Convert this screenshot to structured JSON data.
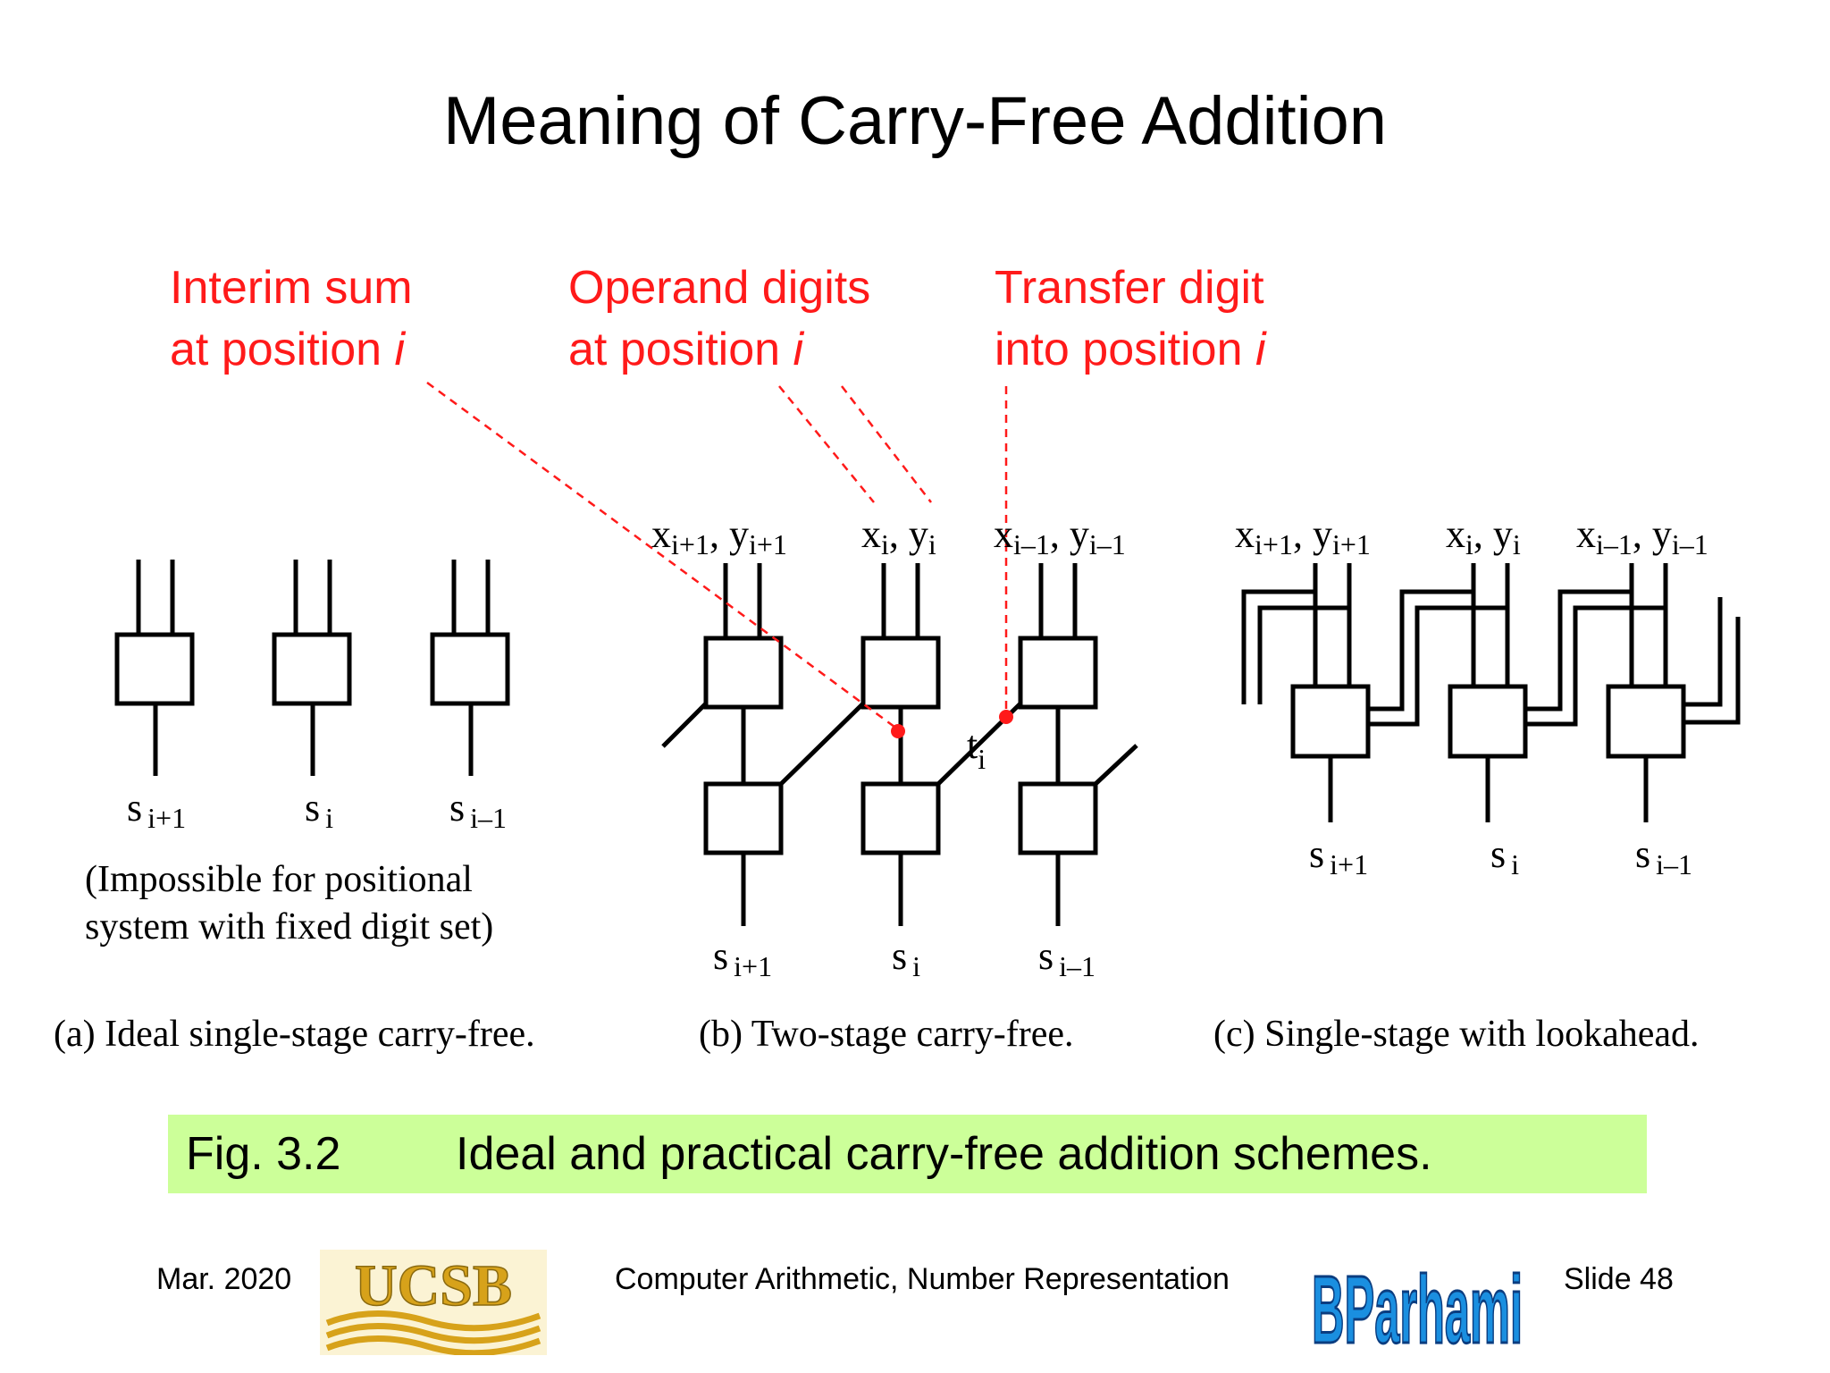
{
  "title": "Meaning of Carry-Free Addition",
  "callouts": {
    "interim_sum": {
      "line1": "Interim sum",
      "line2_prefix": "at position ",
      "line2_var": "i"
    },
    "operand_digits": {
      "line1": "Operand digits",
      "line2_prefix": "at position ",
      "line2_var": "i"
    },
    "transfer_digit": {
      "line1": "Transfer digit",
      "line2_prefix": "into position ",
      "line2_var": "i"
    }
  },
  "panel_a": {
    "outputs": [
      {
        "base": "s",
        "sub": "i+1"
      },
      {
        "base": "s",
        "sub": "i"
      },
      {
        "base": "s",
        "sub": "i–1"
      }
    ],
    "note_line1": "(Impossible for positional",
    "note_line2": "system with fixed digit set)",
    "caption": "(a) Ideal single-stage carry-free."
  },
  "panel_b": {
    "inputs": [
      {
        "x": "x",
        "xsub": "i+1",
        "y": "y",
        "ysub": "i+1"
      },
      {
        "x": "x",
        "xsub": "i",
        "y": "y",
        "ysub": "i"
      },
      {
        "x": "x",
        "xsub": "i–1",
        "y": "y",
        "ysub": "i–1"
      }
    ],
    "transfer_label": {
      "base": "t",
      "sub": "i"
    },
    "outputs": [
      {
        "base": "s",
        "sub": "i+1"
      },
      {
        "base": "s",
        "sub": "i"
      },
      {
        "base": "s",
        "sub": "i–1"
      }
    ],
    "caption": "(b) Two-stage carry-free."
  },
  "panel_c": {
    "inputs": [
      {
        "x": "x",
        "xsub": "i+1",
        "y": "y",
        "ysub": "i+1"
      },
      {
        "x": "x",
        "xsub": "i",
        "y": "y",
        "ysub": "i"
      },
      {
        "x": "x",
        "xsub": "i–1",
        "y": "y",
        "ysub": "i–1"
      }
    ],
    "outputs": [
      {
        "base": "s",
        "sub": "i+1"
      },
      {
        "base": "s",
        "sub": "i"
      },
      {
        "base": "s",
        "sub": "i–1"
      }
    ],
    "caption": "(c) Single-stage with lookahead."
  },
  "figure_caption": {
    "number": "Fig. 3.2",
    "text": "Ideal and practical carry-free addition schemes."
  },
  "footer": {
    "date": "Mar. 2020",
    "logo_left": "UCSB",
    "course": "Computer Arithmetic, Number Representation",
    "logo_right": "BParhami",
    "slide": "Slide 48"
  },
  "colors": {
    "callout": "#ff1a1a",
    "caption_bg": "#ccff99",
    "ucsb_gold": "#d7a21a",
    "bp_blue": "#1a8fe0"
  }
}
